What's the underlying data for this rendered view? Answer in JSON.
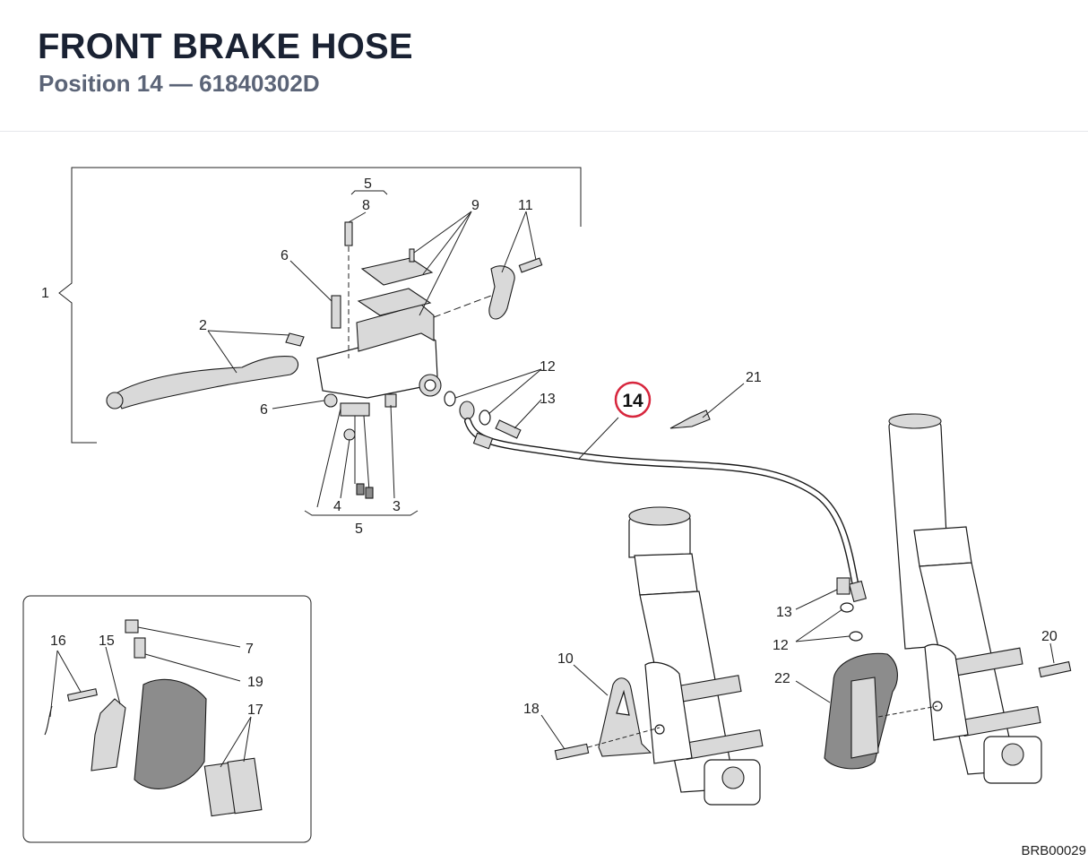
{
  "header": {
    "title": "FRONT BRAKE HOSE",
    "subtitle": "Position 14 — 61840302D"
  },
  "diagram": {
    "drawing_code": "BRB00029",
    "highlighted_callout": "14",
    "highlight_color": "#d7263d",
    "callouts": [
      "1",
      "2",
      "3",
      "4",
      "5",
      "5",
      "6",
      "6",
      "7",
      "8",
      "9",
      "10",
      "11",
      "12",
      "12",
      "13",
      "13",
      "14",
      "15",
      "16",
      "17",
      "18",
      "19",
      "20",
      "21",
      "22"
    ]
  }
}
